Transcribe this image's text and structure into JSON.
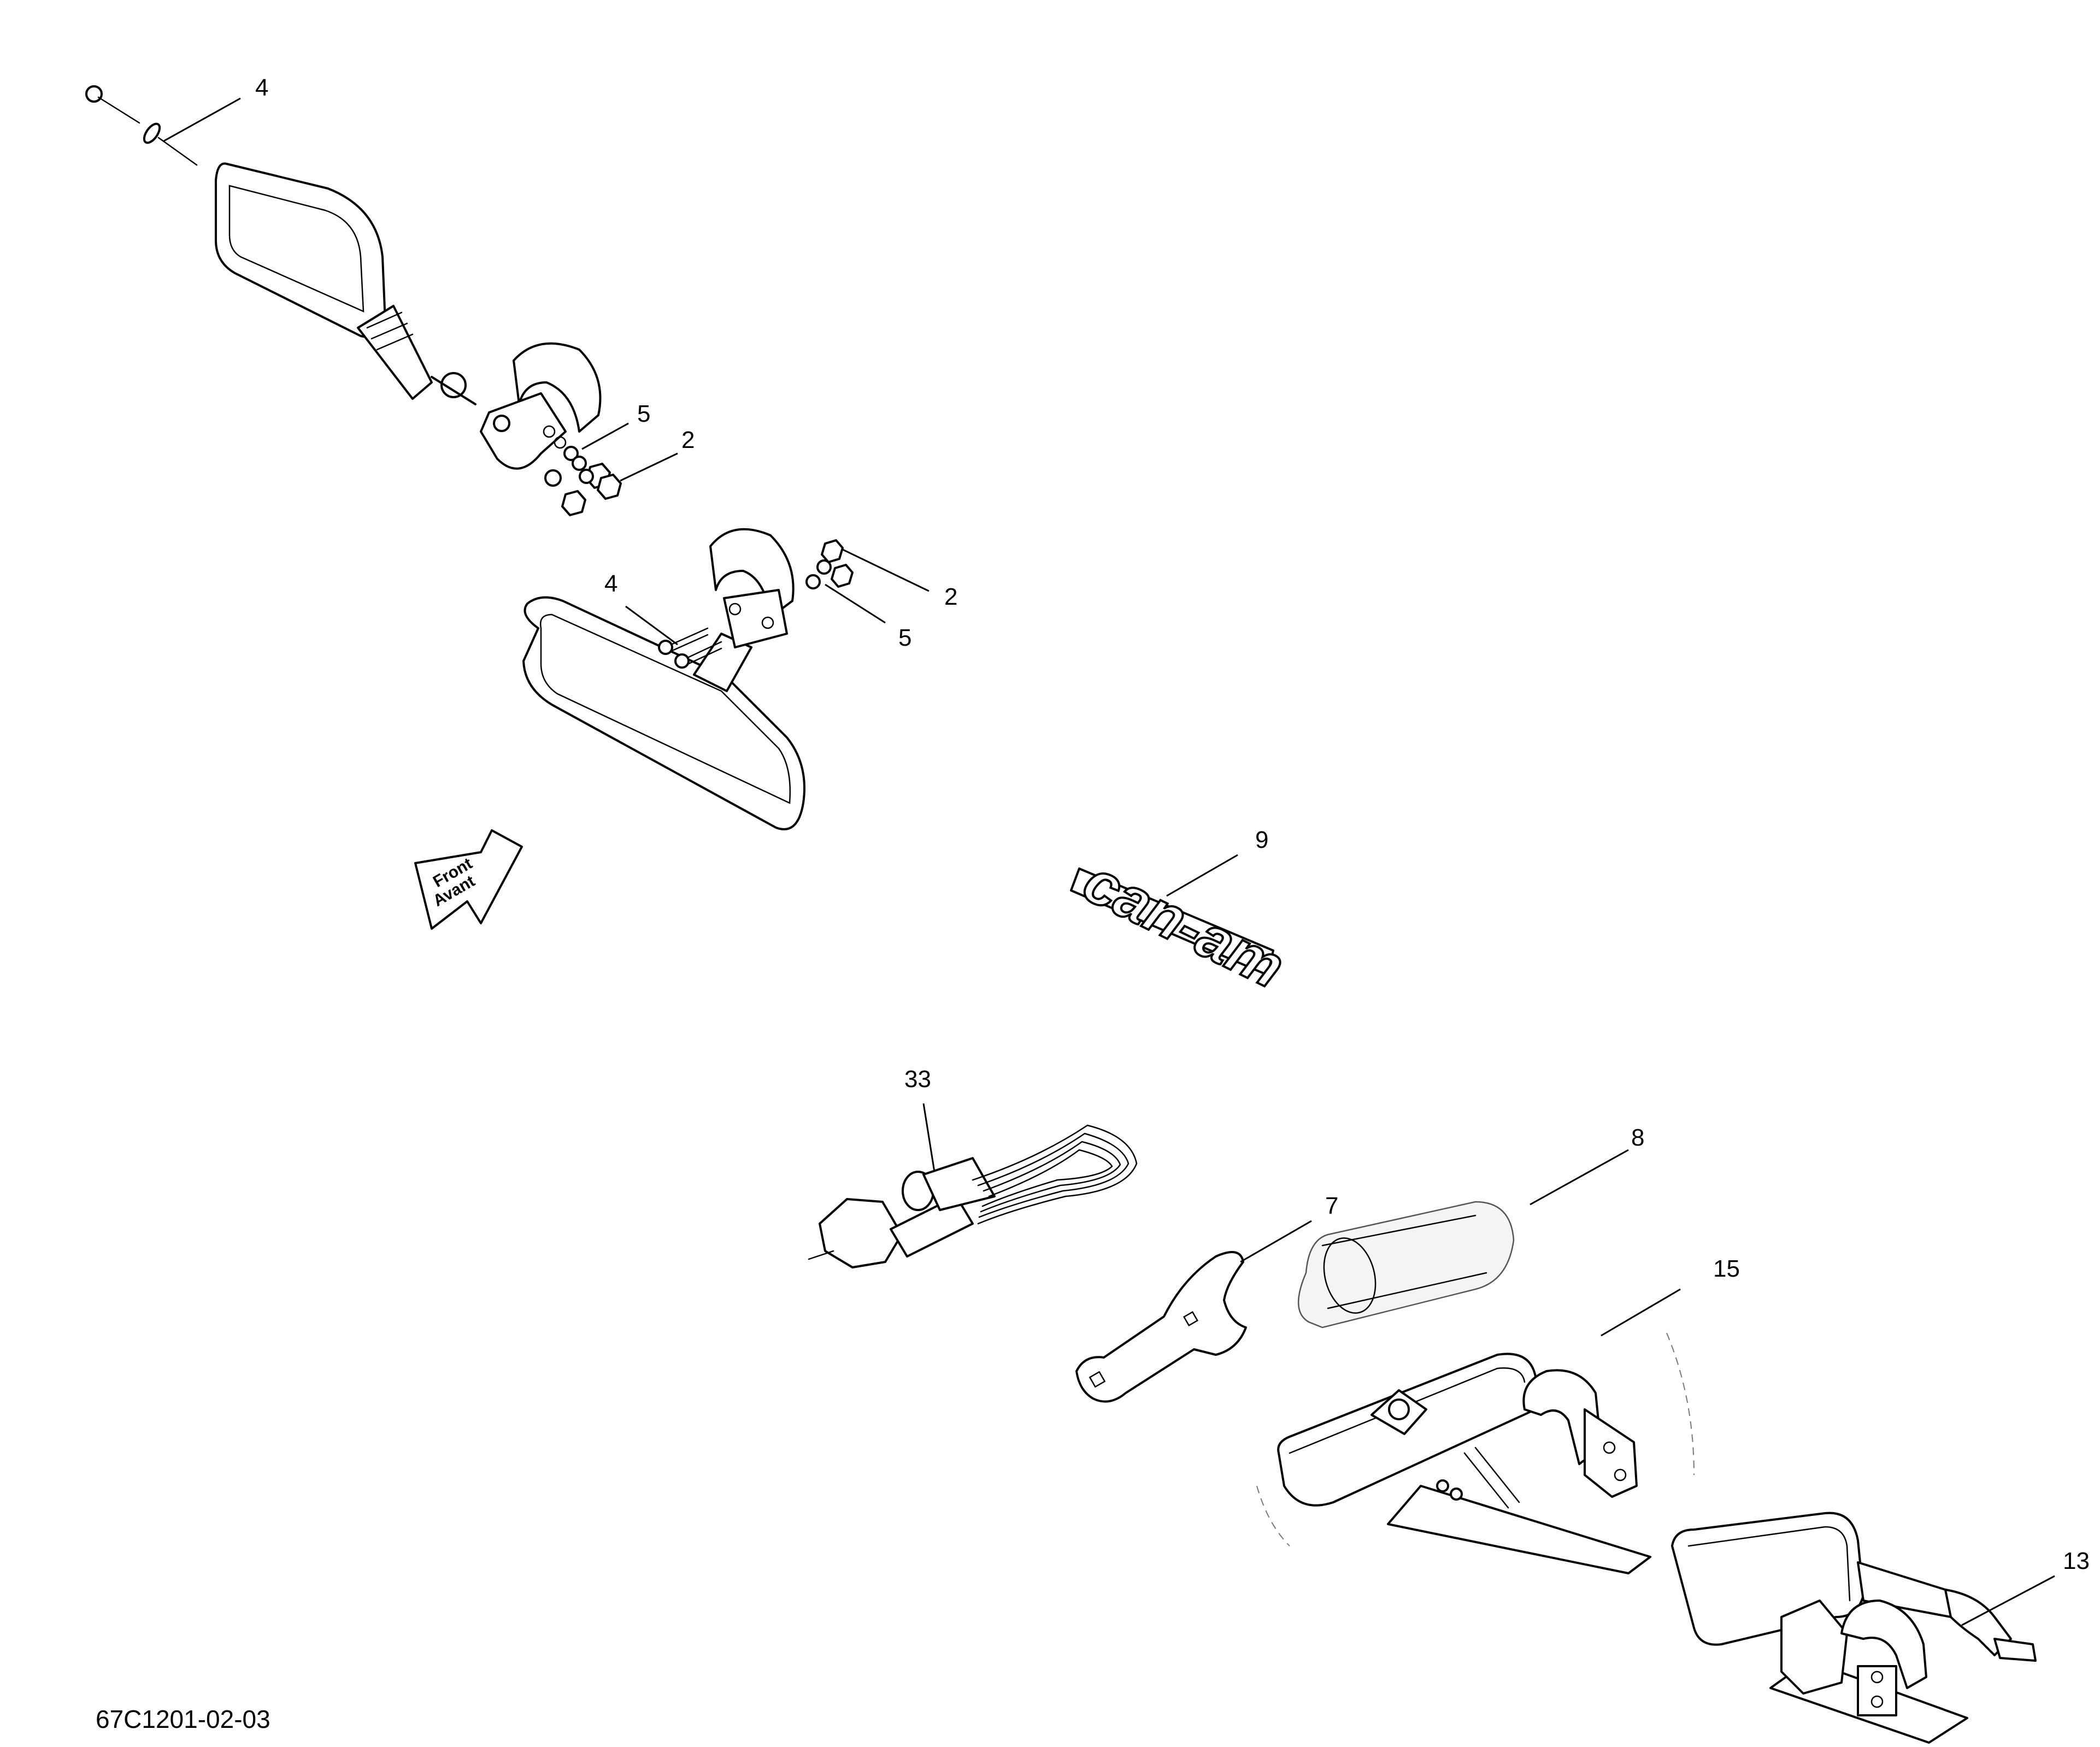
{
  "drawing_number": "67C1201-02-03",
  "front_arrow": {
    "line1": "Front",
    "line2": "Avant"
  },
  "logo": {
    "text": "can-am"
  },
  "callouts": {
    "c4a": "4",
    "c5a": "5",
    "c2a": "2",
    "c4b": "4",
    "c2b": "2",
    "c5b": "5",
    "c9": "9",
    "c33": "33",
    "c8": "8",
    "c7": "7",
    "c15": "15",
    "c13": "13"
  }
}
